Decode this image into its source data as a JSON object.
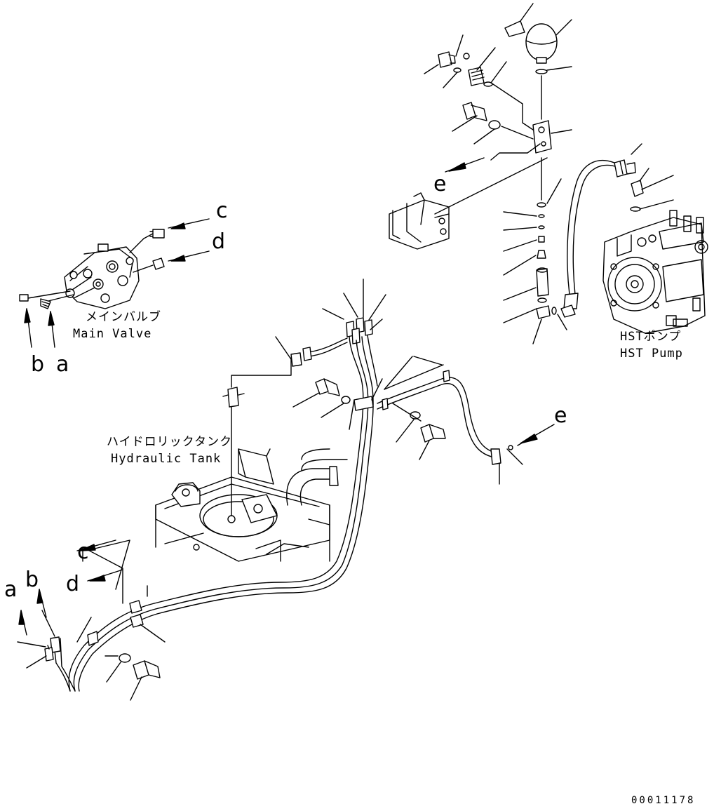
{
  "diagram": {
    "components": {
      "main_valve_jp": "メインバルブ",
      "main_valve_en": "Main Valve",
      "hst_pump_jp": "HSTポンプ",
      "hst_pump_en": "HST Pump",
      "hydraulic_tank_jp": "ハイドロリックタンク",
      "hydraulic_tank_en": "Hydraulic Tank"
    },
    "connection_letters": {
      "a": "a",
      "b": "b",
      "c": "c",
      "d": "d",
      "e": "e"
    },
    "document_number": "00011178"
  },
  "colors": {
    "line": "#000000",
    "background": "#ffffff"
  }
}
